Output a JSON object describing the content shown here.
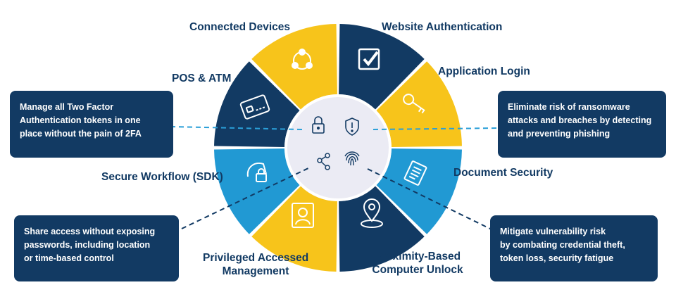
{
  "labels": {
    "connected_devices": "Connected Devices",
    "website_auth": "Website Authentication",
    "pos_atm": "POS & ATM",
    "app_login": "Application Login",
    "secure_workflow": "Secure Workflow (SDK)",
    "document_security": "Document Security",
    "privileged_line1": "Privileged Accessed",
    "privileged_line2": "Management",
    "proximity_line1": "Proximity-Based",
    "proximity_line2": "Computer Unlock"
  },
  "callouts": {
    "top_left": "Manage all Two Factor\nAuthentication tokens in one\nplace without the pain of 2FA",
    "top_right": "Eliminate risk of ransomware\nattacks and breaches by detecting\nand preventing phishing",
    "bottom_left": "Share access without exposing\npasswords, including location\nor time-based control",
    "bottom_right": "Mitigate vulnerability risk\nby combating credential theft,\ntoken loss, security fatigue"
  },
  "colors": {
    "navy": "#123a63",
    "yellow": "#f7c41b",
    "sky": "#2199d3",
    "hub": "#ebebf4",
    "dash": "#2a9fd8"
  }
}
